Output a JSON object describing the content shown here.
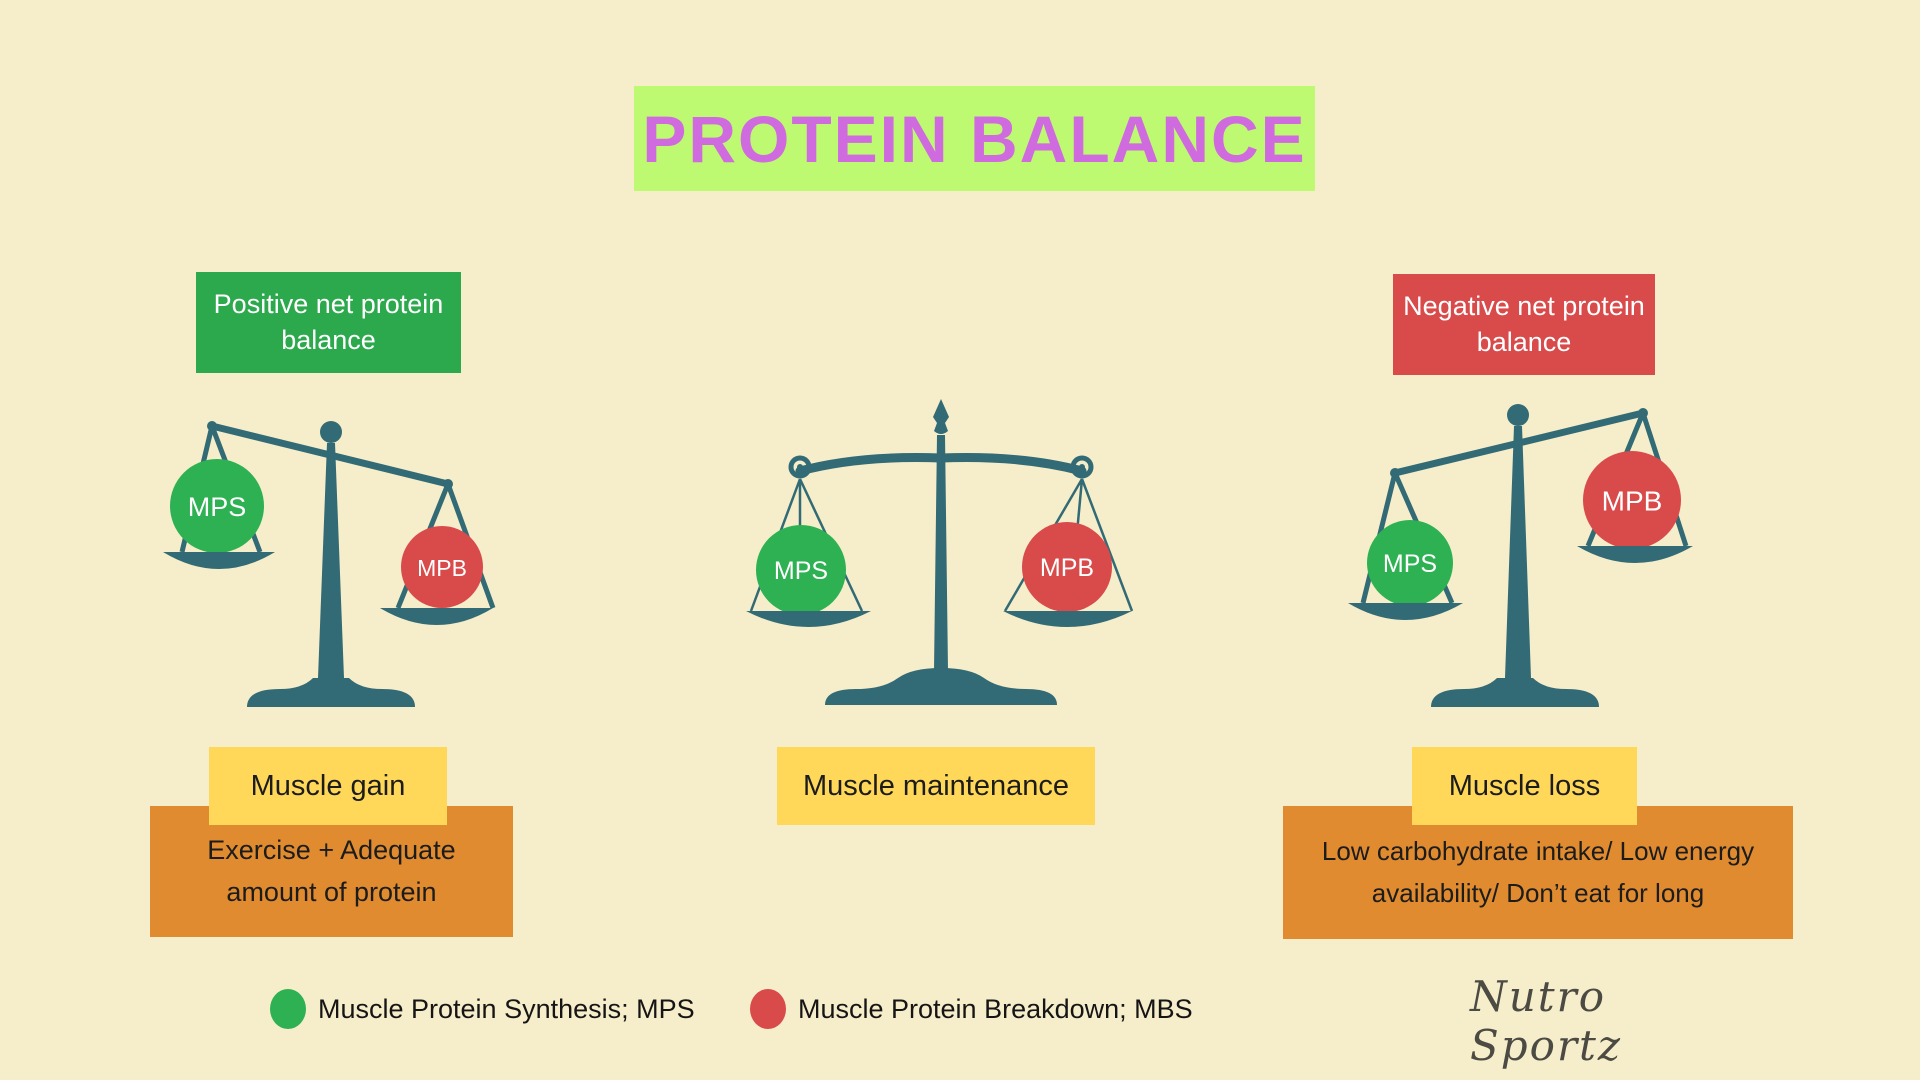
{
  "colors": {
    "background": "#F6EDCA",
    "title_bg": "#BDFA71",
    "title_text": "#D06ADF",
    "green": "#2CA94D",
    "ball_green": "#2EB152",
    "red": "#D94A4A",
    "scale_teal": "#326B75",
    "yellow": "#FFD85A",
    "orange": "#E08B2F",
    "dark_text": "#1C1C1C",
    "signature": "#4B4A43"
  },
  "title": {
    "text": "PROTEIN BALANCE"
  },
  "scenarios": [
    {
      "header": "Positive net protein balance",
      "left_ball": "MPS",
      "right_ball": "MPB",
      "tilt": "MPS pan raised, MPB pan lowered",
      "outcome": "Muscle gain",
      "cause": "Exercise + Adequate amount of protein"
    },
    {
      "left_ball": "MPS",
      "right_ball": "MPB",
      "tilt": "balanced",
      "outcome": "Muscle maintenance"
    },
    {
      "header": "Negative net protein balance",
      "left_ball": "MPS",
      "right_ball": "MPB",
      "tilt": "MPB pan raised, MPS pan lowered",
      "outcome": "Muscle loss",
      "cause": "Low carbohydrate intake/ Low energy availability/ Don’t eat for long"
    }
  ],
  "legend": [
    {
      "swatch": "green-dot",
      "label": "Muscle Protein Synthesis; MPS"
    },
    {
      "swatch": "red-dot",
      "label": "Muscle Protein Breakdown; MBS"
    }
  ],
  "brand": "Nutro Sportz"
}
